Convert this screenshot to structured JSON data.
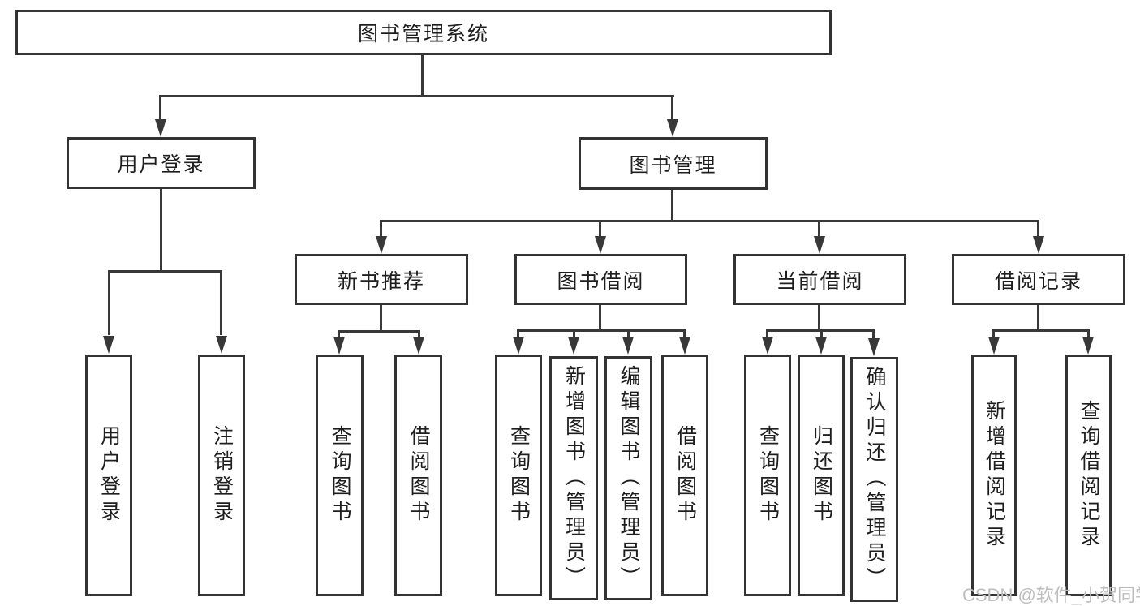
{
  "diagram": {
    "root": "图书管理系统",
    "login": {
      "label": "用户登录",
      "children": [
        "用户登录",
        "注销登录"
      ]
    },
    "mgmt": {
      "label": "图书管理",
      "groups": [
        {
          "label": "新书推荐",
          "children": [
            "查询图书",
            "借阅图书"
          ]
        },
        {
          "label": "图书借阅",
          "children": [
            "查询图书",
            "新增图书（管理员）",
            "编辑图书（管理员）",
            "借阅图书"
          ]
        },
        {
          "label": "当前借阅",
          "children": [
            "查询图书",
            "归还图书",
            "确认归还（管理员）"
          ]
        },
        {
          "label": "借阅记录",
          "children": [
            "新增借阅记录",
            "查询借阅记录"
          ]
        }
      ]
    }
  },
  "watermark": "CSDN @软件_小贺同学",
  "colors": {
    "line": "#383838",
    "box_border": "#333333",
    "text": "#1e1e1e",
    "watermark": "#bdbdbd",
    "background": "#ffffff"
  }
}
